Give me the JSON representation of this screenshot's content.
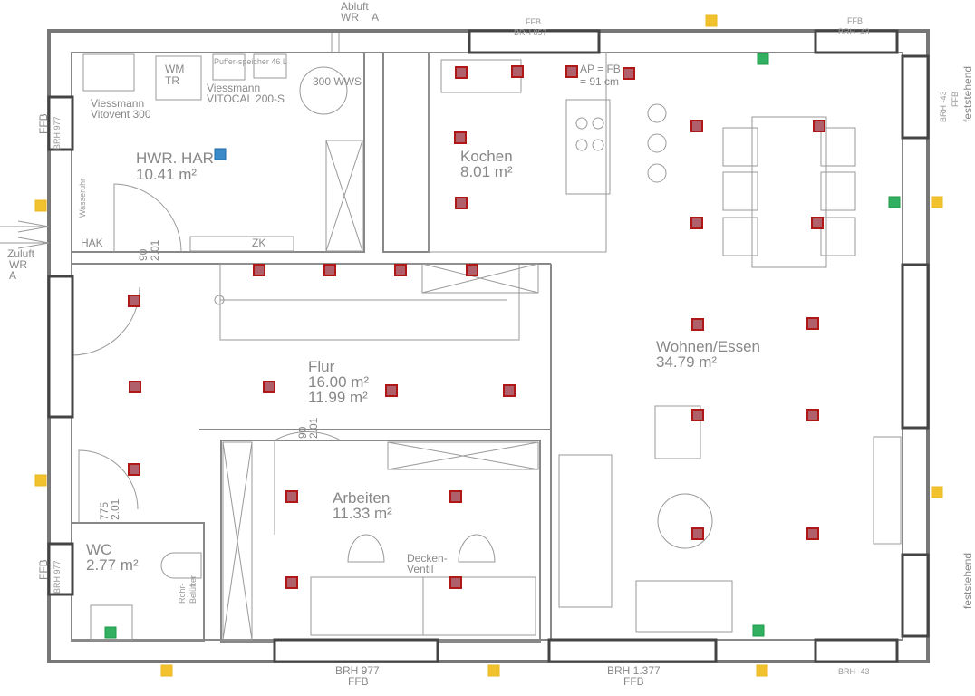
{
  "rooms": {
    "hwr": {
      "name": "HWR. HAR",
      "area": "10.41 m²"
    },
    "kochen": {
      "name": "Kochen",
      "area": "8.01 m²"
    },
    "wohnen": {
      "name": "Wohnen/Essen",
      "area": "34.79 m²"
    },
    "flur": {
      "name": "Flur",
      "area": "16.00 m²",
      "area2": "11.99 m²"
    },
    "arbeiten": {
      "name": "Arbeiten",
      "area": "11.33 m²"
    },
    "wc": {
      "name": "WC",
      "area": "2.77 m²"
    }
  },
  "labels": {
    "abluft": "Abluft",
    "abluft_wr": "WR",
    "abluft_a": "A",
    "zuluft": "Zuluft",
    "zuluft_wr": "WR",
    "zuluft_a": "A",
    "vitovent1": "Viessmann",
    "vitovent2": "Vitovent 300",
    "wm": "WM",
    "tr": "TR",
    "vitocal1": "Viessmann",
    "vitocal2": "VITOCAL 200-S",
    "puffer": "Puffer-speicher 46 L",
    "speicher": "300 WWS",
    "hak": "HAK",
    "zk": "ZK",
    "wasseruhr": "Wasseruhr",
    "door_hwr_w": "90",
    "door_hwr_h": "2.01",
    "door_arb_w": "90",
    "door_arb_h": "2.01",
    "door_wc_w": "775",
    "door_wc_h": "2.01",
    "ap": "AP = FB",
    "ap2": "= 91 cm",
    "ffb_top": "FFB",
    "brh_top": "BRH 857",
    "ffb_top2": "FFB",
    "brh_top2": "BRH -43",
    "brh_right": "BRH -43",
    "ffb_right": "FFB",
    "feststehend1": "feststehend",
    "feststehend2": "feststehend",
    "ffb_left": "FFB",
    "brh_left": "BRH 977",
    "ffb_wc": "FFB",
    "brh_wc": "BRH 977",
    "brh_bot1": "BRH 977",
    "ffb_bot1": "FFB",
    "brh_bot2": "BRH 1.377",
    "ffb_bot2": "FFB",
    "brh_bot3": "BRH -43",
    "decken": "Decken-",
    "ventil": "Ventil",
    "rohr": "Rohr-",
    "beluefter": "Belüfter"
  },
  "colors": {
    "ceiling_marker": "#b01818",
    "outside_marker": "#f2c12e",
    "green_marker": "#30b060",
    "blue_marker": "#3a8cc8",
    "wall": "#777777"
  }
}
